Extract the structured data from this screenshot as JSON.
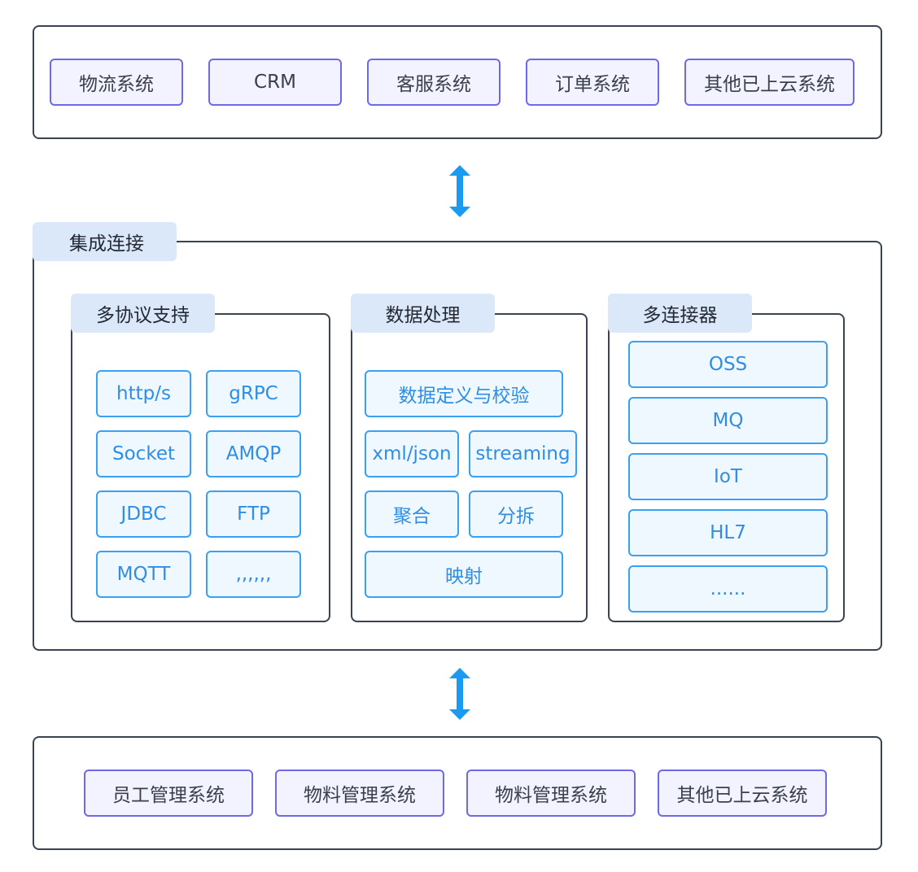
{
  "top": {
    "systems": [
      "物流系统",
      "CRM",
      "客服系统",
      "订单系统",
      "其他已上云系统"
    ]
  },
  "integration": {
    "title": "集成连接",
    "protocols": {
      "title": "多协议支持",
      "items": [
        "http/s",
        "gRPC",
        "Socket",
        "AMQP",
        "JDBC",
        "FTP",
        "MQTT",
        ",,,,,,"
      ]
    },
    "processing": {
      "title": "数据处理",
      "items": [
        "数据定义与校验",
        "xml/json",
        "streaming",
        "聚合",
        "分拆",
        "映射"
      ]
    },
    "connectors": {
      "title": "多连接器",
      "items": [
        "OSS",
        "MQ",
        "IoT",
        "HL7",
        "......"
      ]
    }
  },
  "bottom": {
    "systems": [
      "员工管理系统",
      "物料管理系统",
      "物料管理系统",
      "其他已上云系统"
    ]
  },
  "colors": {
    "panel_border": "#3a4350",
    "purple_chip_border": "#6e69e6",
    "blue_chip_border": "#3aa0f2",
    "tab_background": "#dbe8f9",
    "arrow": "#1a9bf0"
  },
  "icons": [
    "double-arrow-icon",
    "double-arrow-icon"
  ]
}
